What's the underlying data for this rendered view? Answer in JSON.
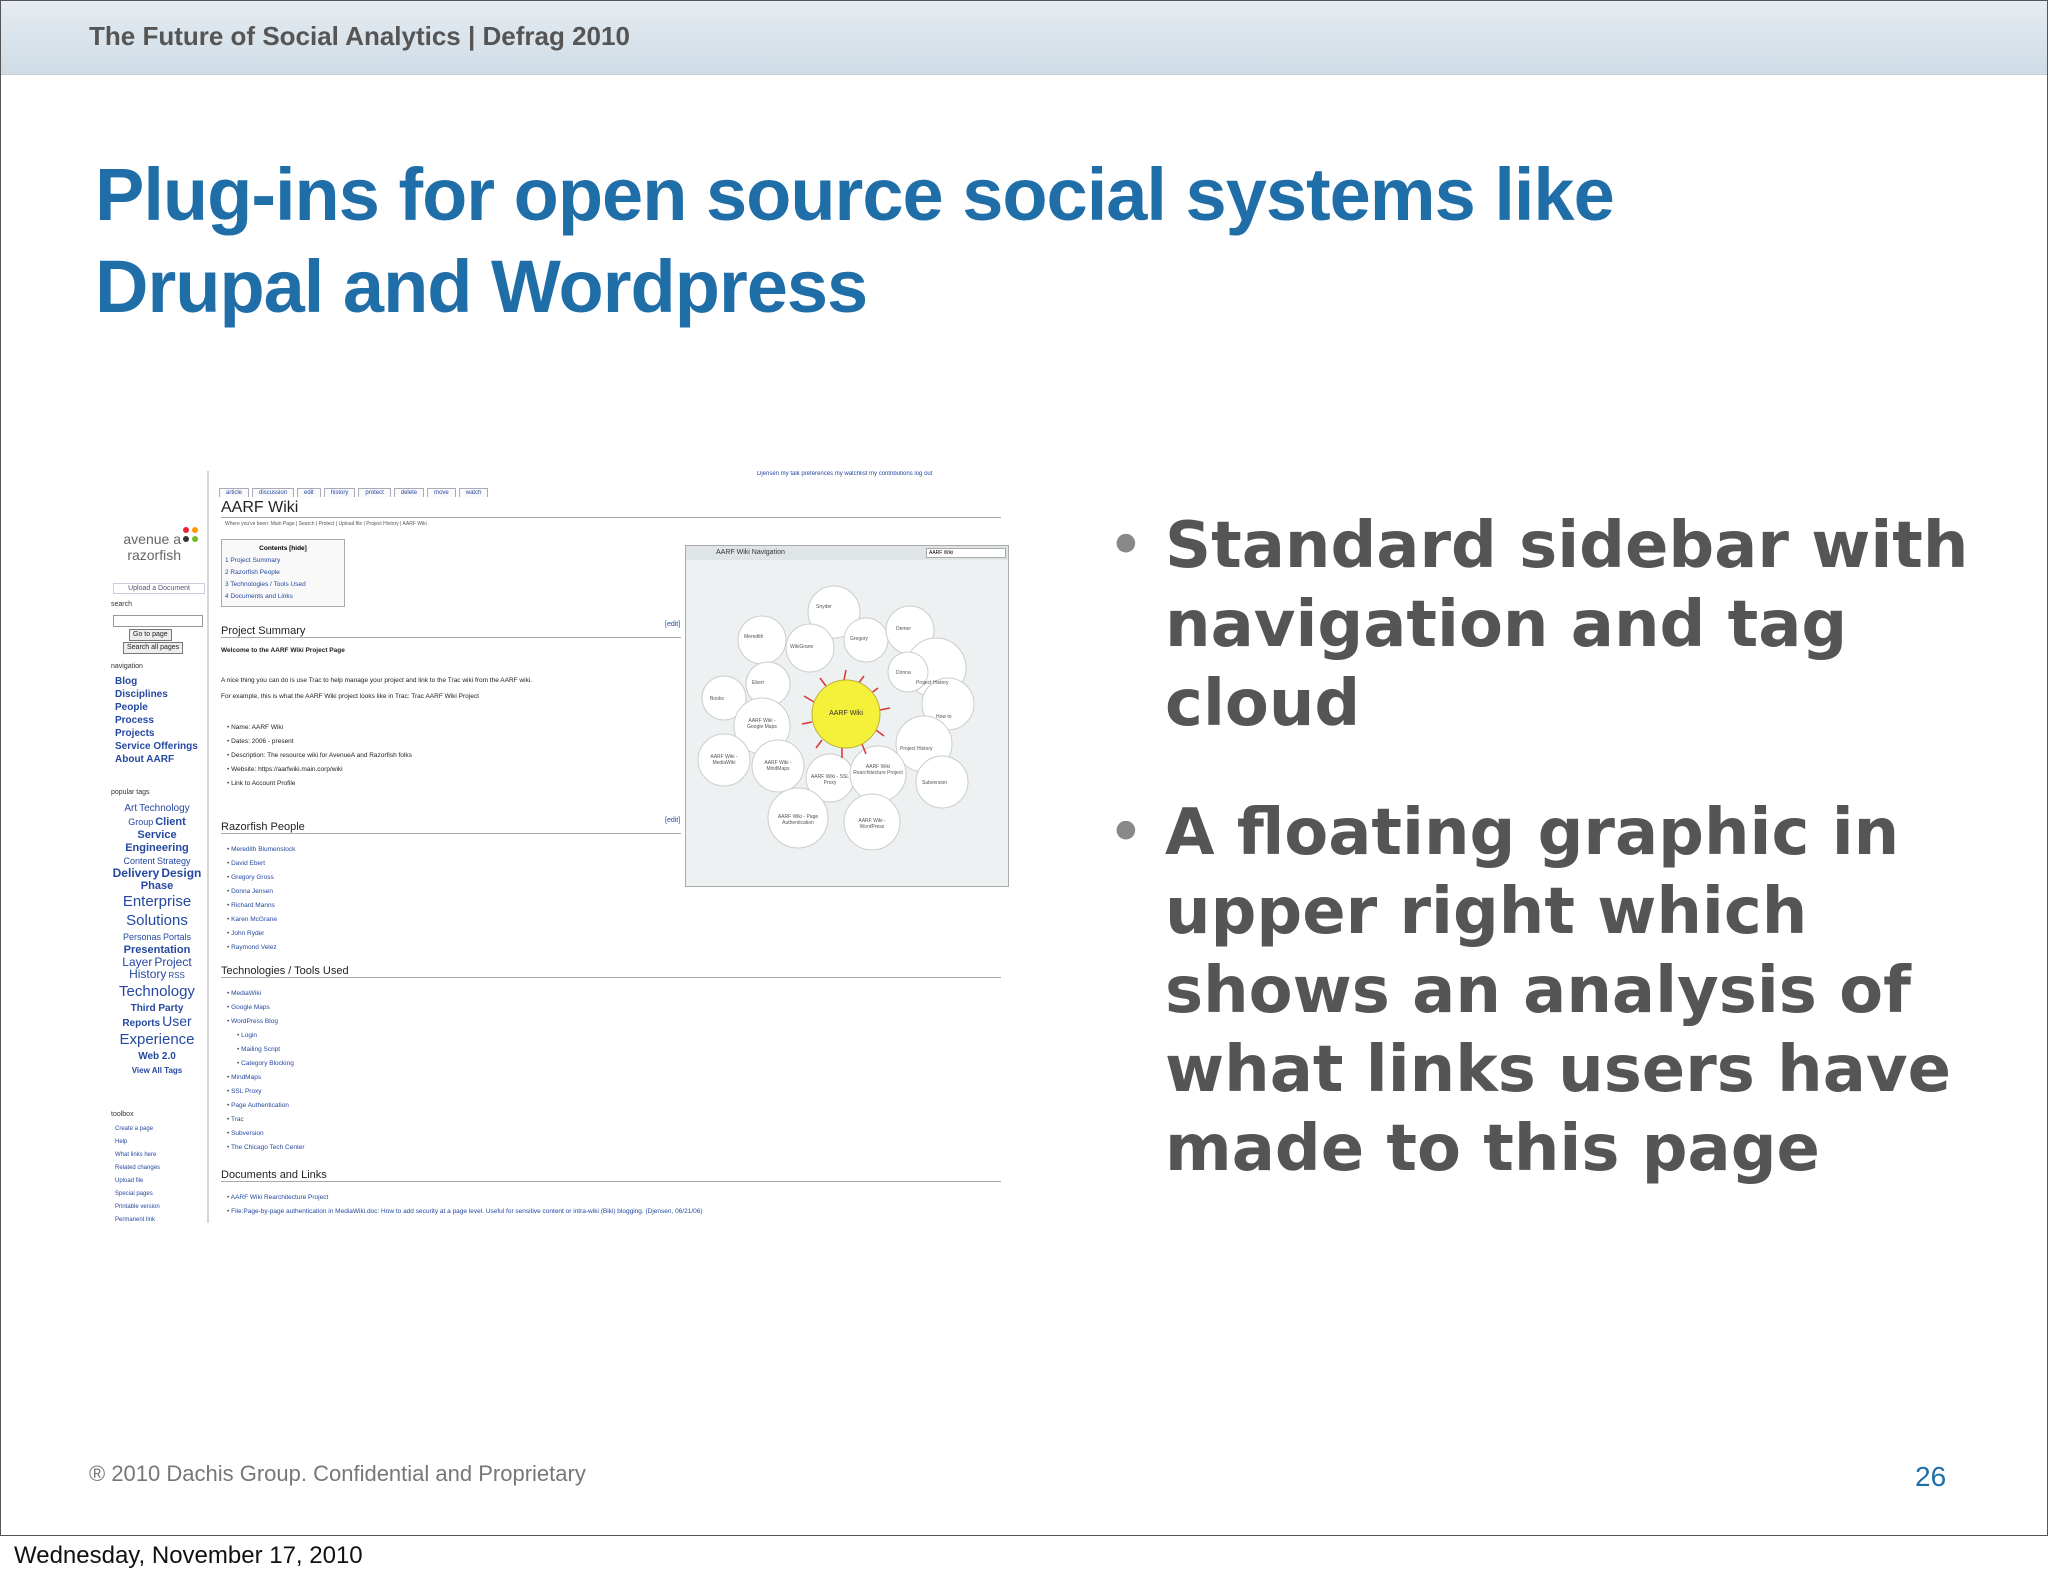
{
  "header": {
    "band_title": "The Future of Social Analytics | Defrag 2010"
  },
  "title": {
    "line1": "Plug-ins for open source social systems like",
    "line2": "Drupal and Wordpress"
  },
  "bullets": [
    "Standard sidebar with navigation and tag cloud",
    "A floating graphic in upper right which shows an analysis of what links users have made to this page"
  ],
  "footer": {
    "copyright": "® 2010 Dachis Group. Confidential and Proprietary",
    "page_number": "26"
  },
  "date": "Wednesday, November 17, 2010",
  "wiki": {
    "logo": "avenue a razorfish",
    "upload": "Upload a Document",
    "search_label": "search",
    "go_button": "Go to page",
    "search_button": "Search all pages",
    "navigation_label": "navigation",
    "nav_items": [
      "Blog",
      "Disciplines",
      "People",
      "Process",
      "Projects",
      "Service Offerings",
      "About AARF"
    ],
    "tags_label": "popular tags",
    "tags": [
      "Art",
      "Technology",
      "Group",
      "Client",
      "Service",
      "Engineering",
      "Content",
      "Strategy",
      "Delivery",
      "Design",
      "Phase",
      "Enterprise",
      "Solutions",
      "Personas",
      "Portals",
      "Presentation",
      "Layer",
      "Project",
      "History",
      "RSS",
      "Technology",
      "Third Party",
      "Reports",
      "User",
      "Experience",
      "Web 2.0",
      "View All Tags"
    ],
    "toolbox_label": "toolbox",
    "toolbox_items": [
      "Create a page",
      "Help",
      "What links here",
      "Related changes",
      "Upload file",
      "Special pages",
      "Printable version",
      "Permanent link"
    ],
    "tabs": [
      "article",
      "discussion",
      "edit",
      "history",
      "protect",
      "delete",
      "move",
      "watch"
    ],
    "user_links": "Djensen  my talk  preferences  my watchlist  my contributions  log out",
    "page_title": "AARF Wiki",
    "breadcrumb": "Where you've been: Main Page | Search | Protect | Upload file | Project History | AARF Wiki",
    "toc_title": "Contents [hide]",
    "toc_items": [
      "1 Project Summary",
      "2 Razorfish People",
      "3 Technologies / Tools Used",
      "4 Documents and Links"
    ],
    "edit": "[edit]",
    "section1": "Project Summary",
    "welcome": "Welcome to the AARF Wiki Project Page",
    "para1": "A nice thing you can do is use Trac to help manage your project and link to the Trac wiki from the AARF wiki.",
    "para2": "For example, this is what the AARF Wiki project looks like in Trac: Trac AARF Wiki Project",
    "summary_items": [
      "Name: AARF Wiki",
      "Dates: 2006 - present",
      "Description: The resource wiki for AvenueA and Razorfish folks",
      "Website: https://aarfwiki.main.corp/wiki",
      "Link to Account Profile"
    ],
    "section2": "Razorfish People",
    "people": [
      "Meredith Blumenstock",
      "David Ebert",
      "Gregory Gross",
      "Donna Jensen",
      "Richard Manns",
      "Karen McGrane",
      "John Ryder",
      "Raymond Velez"
    ],
    "section3": "Technologies / Tools Used",
    "tools": [
      "MediaWiki",
      "Google Maps",
      "WordPress Blog",
      "Login",
      "Mailing Script",
      "Category Blocking",
      "MindMaps",
      "SSL Proxy",
      "Page Authentication",
      "Trac",
      "Subversion",
      "The Chicago Tech Center"
    ],
    "section4": "Documents and Links",
    "docs": [
      "AARF Wiki Rearchitecture Project",
      "File:Page-by-page authentication in MediaWiki.doc: How to add security at a page level. Useful for sensitive content or intra-wiki (Biki) blogging. (Djensen, 06/21/06)"
    ],
    "graph_title": "AARF Wiki Navigation",
    "graph_input": "AARF Wiki",
    "graph_center": "AARF Wiki",
    "graph_nodes": [
      "Snyder",
      "Meredith",
      "Gregory",
      "WikiGrane",
      "Ebert",
      "Demer",
      "Project History",
      "Donna",
      "Books",
      "AARF Wiki - Google Maps",
      "How to",
      "Project History",
      "AARF Wiki - MediaWiki",
      "AARF Wiki - MindMaps",
      "AARF Wiki - SSL Proxy",
      "AARF Wiki Rearchitecture Project",
      "Subversion",
      "AARF Wiki - Page Authentication",
      "AARF Wiki - WordPress"
    ]
  },
  "colors": {
    "title": "#1f6ea8",
    "bullet_text": "#555555",
    "band": "#d7e2ea"
  }
}
